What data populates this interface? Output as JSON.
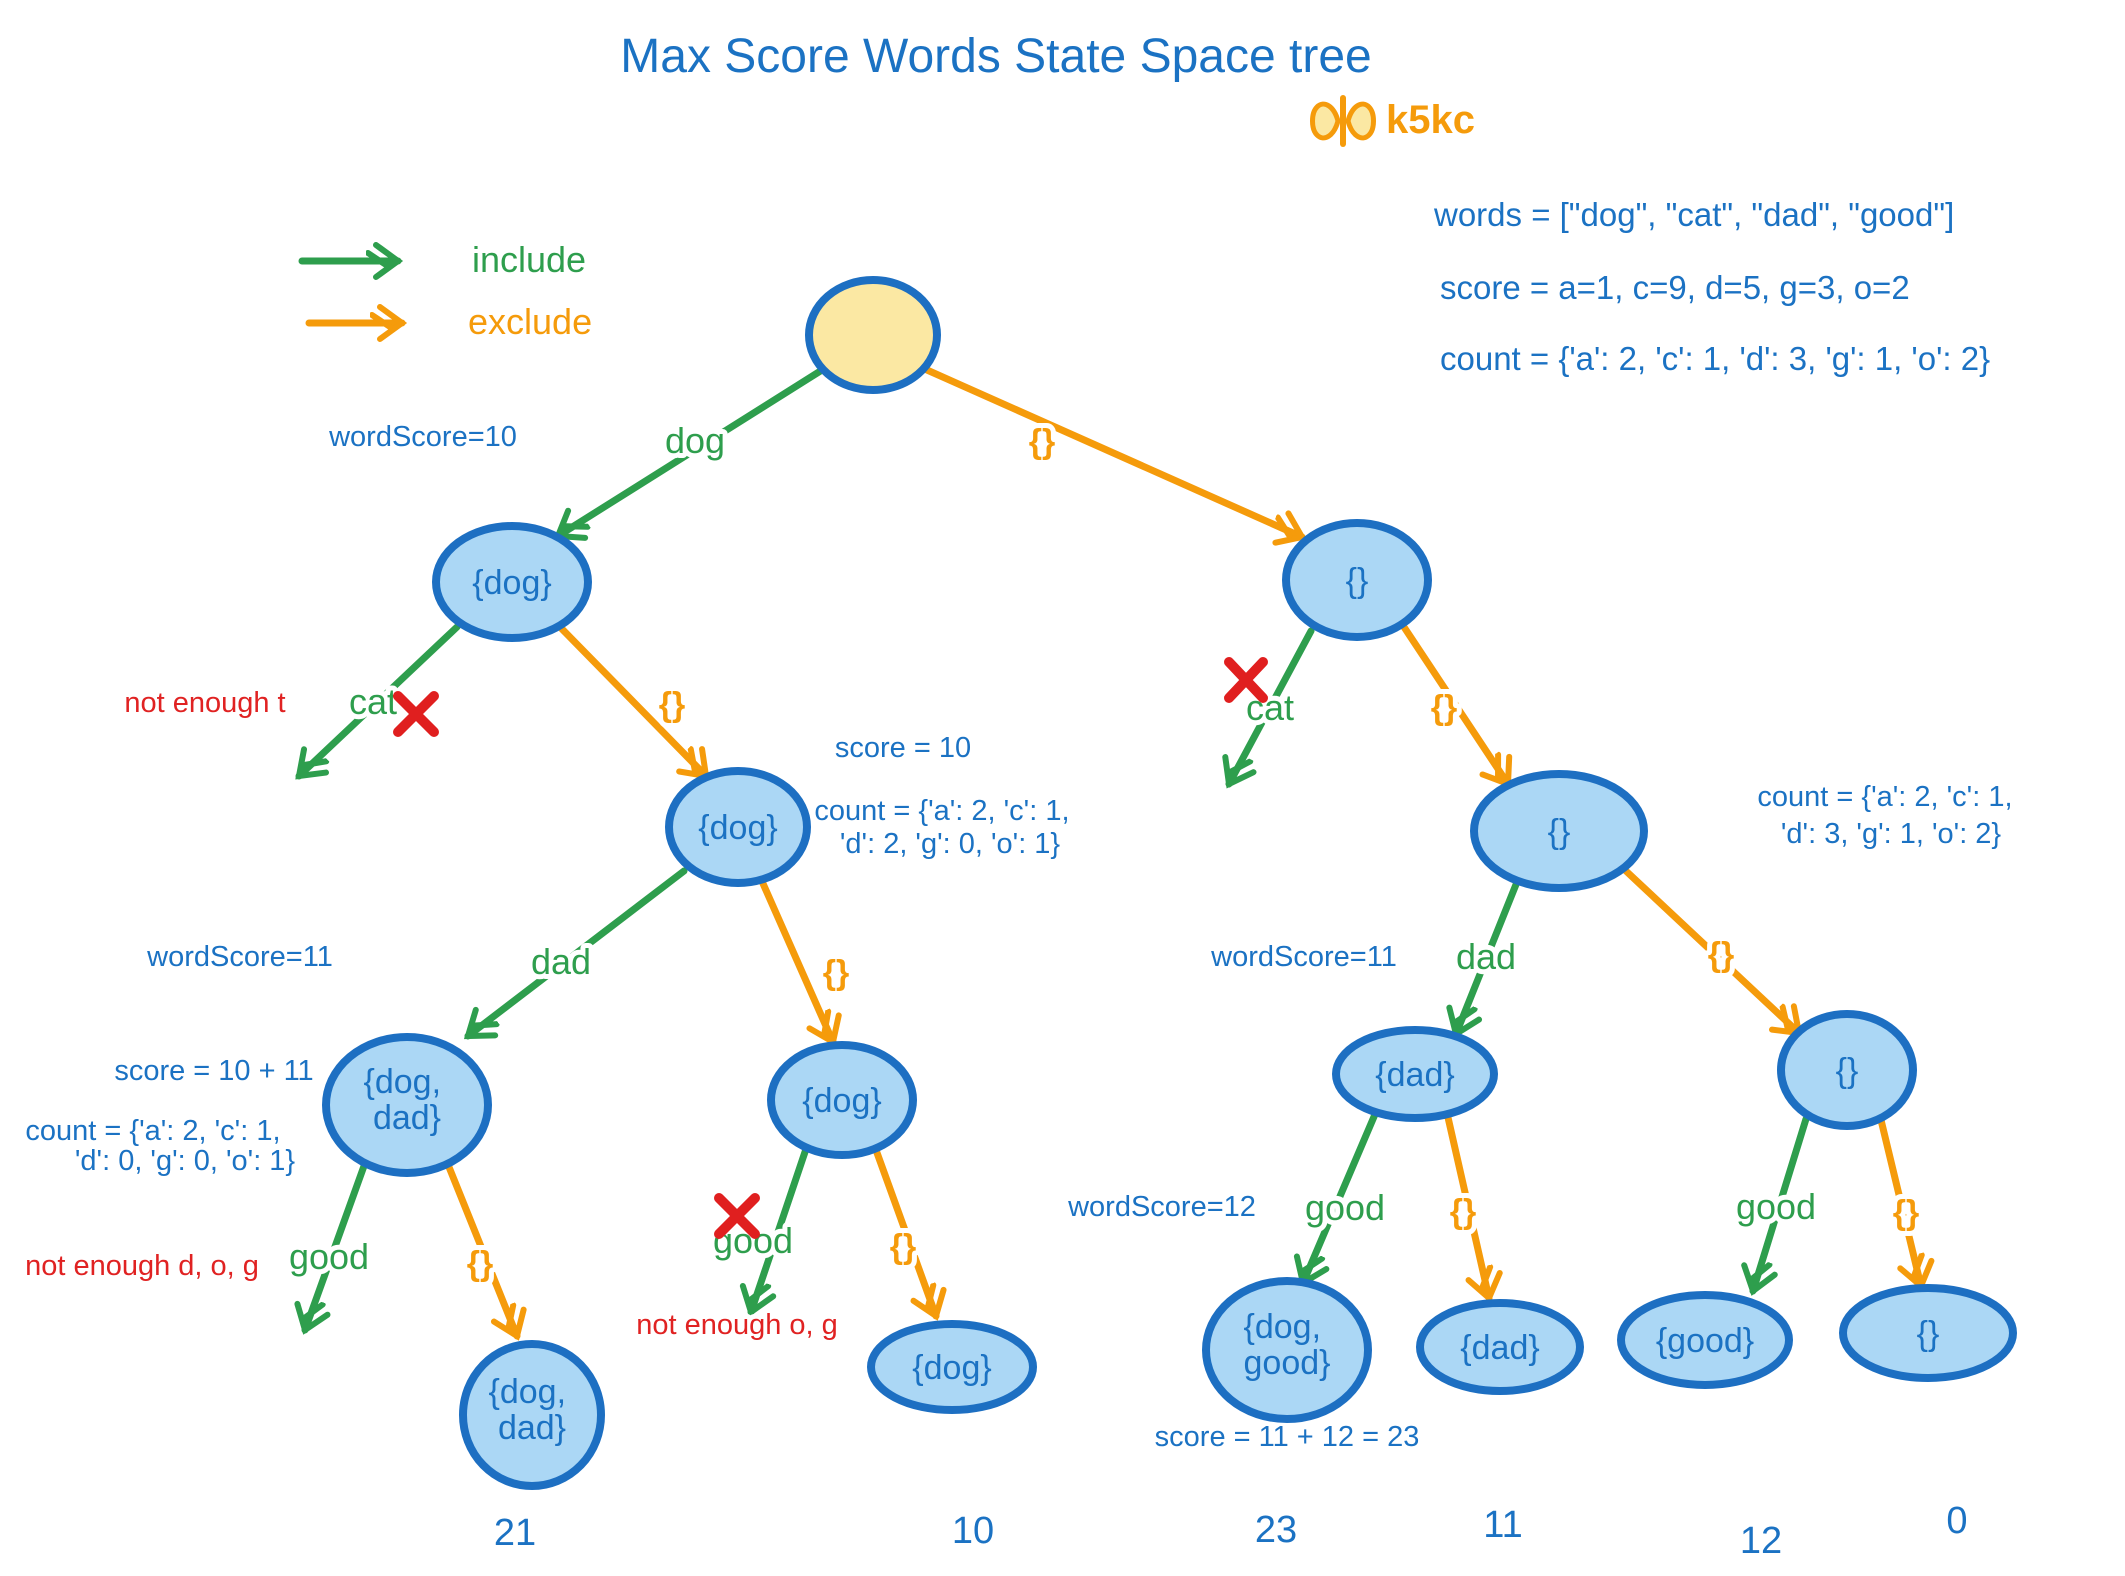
{
  "header": {
    "title": "Max Score Words State Space tree",
    "logo_text": "k5kc",
    "legend": {
      "include_label": "include",
      "exclude_label": "exclude"
    },
    "problem": {
      "words_line": "words = [\"dog\", \"cat\", \"dad\", \"good\"]",
      "score_line": "score = a=1, c=9, d=5, g=3, o=2",
      "count_line": "count = {'a': 2, 'c': 1, 'd': 3, 'g': 1, 'o': 2}"
    }
  },
  "colors": {
    "text_blue": "#1b72c3",
    "include_green": "#2e9e4d",
    "exclude_orange": "#f59b0b",
    "prune_red": "#e02222",
    "node_fill": "#abd7f5",
    "node_border": "#1d6fc2",
    "root_fill": "#fbe8a3"
  },
  "tree": {
    "nodes": [
      {
        "id": "root",
        "line1": ""
      },
      {
        "id": "l1-left",
        "line1": "{dog}"
      },
      {
        "id": "l1-right",
        "line1": "{}"
      },
      {
        "id": "l2-left",
        "line1": "{dog}"
      },
      {
        "id": "l2-right",
        "line1": "{}"
      },
      {
        "id": "l3-dogdad",
        "line1": "{dog,",
        "line2": "dad}"
      },
      {
        "id": "l3-dog",
        "line1": "{dog}"
      },
      {
        "id": "l3-dad",
        "line1": "{dad}"
      },
      {
        "id": "l3-empty",
        "line1": "{}"
      },
      {
        "id": "leaf-dogdad",
        "line1": "{dog,",
        "line2": "dad}"
      },
      {
        "id": "leaf-dog",
        "line1": "{dog}"
      },
      {
        "id": "leaf-doggood",
        "line1": "{dog,",
        "line2": "good}"
      },
      {
        "id": "leaf-dad",
        "line1": "{dad}"
      },
      {
        "id": "leaf-good",
        "line1": "{good}"
      },
      {
        "id": "leaf-empty",
        "line1": "{}"
      }
    ],
    "edges": [
      {
        "label": "dog",
        "type": "include"
      },
      {
        "label": "{}",
        "type": "exclude"
      },
      {
        "label": "cat",
        "type": "include"
      },
      {
        "label": "{}",
        "type": "exclude"
      },
      {
        "label": "dad",
        "type": "include"
      },
      {
        "label": "{}",
        "type": "exclude"
      },
      {
        "label": "good",
        "type": "include"
      },
      {
        "label": "{}",
        "type": "exclude"
      },
      {
        "label": "good",
        "type": "include"
      },
      {
        "label": "{}",
        "type": "exclude"
      },
      {
        "label": "cat",
        "type": "include"
      },
      {
        "label": "{}",
        "type": "exclude"
      },
      {
        "label": "dad",
        "type": "include"
      },
      {
        "label": "{}",
        "type": "exclude"
      },
      {
        "label": "good",
        "type": "include"
      },
      {
        "label": "{}",
        "type": "exclude"
      },
      {
        "label": "good",
        "type": "include"
      },
      {
        "label": "{}",
        "type": "exclude"
      }
    ]
  },
  "annotations": {
    "word_score_10": "wordScore=10",
    "not_enough_t": "not enough t",
    "score_10": "score = 10",
    "count_mid_line1": "count = {'a': 2, 'c': 1,",
    "count_mid_line2": "'d': 2, 'g': 0, 'o': 1}",
    "word_score_11_left": "wordScore=11",
    "score_10_11": "score = 10 + 11",
    "count_left_line1": "count = {'a': 2, 'c': 1,",
    "count_left_line2": "'d': 0, 'g': 0, 'o': 1}",
    "not_enough_dog": "not enough d, o, g",
    "not_enough_og": "not enough o, g",
    "word_score_11_right": "wordScore=11",
    "word_score_12": "wordScore=12",
    "count_right_line1": "count = {'a': 2, 'c': 1,",
    "count_right_line2": "'d': 3, 'g': 1, 'o': 2}",
    "score_11_12": "score = 11 + 12 = 23"
  },
  "leaf_scores": {
    "dog_dad": "21",
    "dog": "10",
    "dog_good": "23",
    "dad": "11",
    "good": "12",
    "empty": "0"
  }
}
